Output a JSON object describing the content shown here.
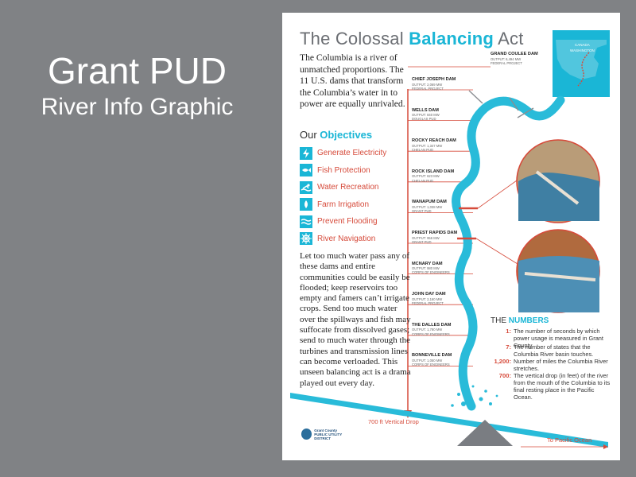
{
  "slide": {
    "title_line1": "Grant PUD",
    "title_line2": "River Info Graphic"
  },
  "poster": {
    "title_pre": "The Colossal ",
    "title_bold": "Balancing",
    "title_post": " Act",
    "intro": "The Columbia is a river of unmatched proportions. The 11 U.S. dams that transform the Columbia’s water in to power are equally unrivaled.",
    "objectives_pre": "Our ",
    "objectives_bold": "Objectives",
    "objectives": [
      {
        "label": "Generate Electricity",
        "icon": "power-icon"
      },
      {
        "label": "Fish Protection",
        "icon": "fish-icon"
      },
      {
        "label": "Water Recreation",
        "icon": "swimmer-icon"
      },
      {
        "label": "Farm Irrigation",
        "icon": "sprinkler-icon"
      },
      {
        "label": "Prevent Flooding",
        "icon": "waves-icon"
      },
      {
        "label": "River Navigation",
        "icon": "ship-wheel-icon"
      }
    ],
    "body": "Let too much water pass any of these dams and entire communities could be easily be flooded; keep reservoirs too empty and famers can’t irrigate crops.  Send too much water over the spillways and fish may suffocate from dissolved gases; send to much water through the turbines and transmission lines can become verloaded. This unseen balancing act is a drama played out every day.",
    "top_dam": {
      "name": "GRAND COULEE DAM",
      "output": "OUTPUT: 6,494 MW",
      "operator": "FEDERAL PROJECT"
    },
    "dams": [
      {
        "name": "CHIEF JOSEPH DAM",
        "output": "OUTPUT: 2,069 MW",
        "operator": "FEDERAL PROJECT"
      },
      {
        "name": "WELLS DAM",
        "output": "OUTPUT: 840 MW",
        "operator": "DOUGLAS PUD"
      },
      {
        "name": "ROCKY REACH DAM",
        "output": "OUTPUT: 1,347 MW",
        "operator": "CHELAN PUD"
      },
      {
        "name": "ROCK ISLAND DAM",
        "output": "OUTPUT: 623 MW",
        "operator": "CHELAN PUD"
      },
      {
        "name": "WANAPUM DAM",
        "output": "OUTPUT: 1,038 MW",
        "operator": "GRANT PUD"
      },
      {
        "name": "PRIEST RAPIDS DAM",
        "output": "OUTPUT: 956 MW",
        "operator": "GRANT PUD"
      },
      {
        "name": "MCNARY DAM",
        "output": "OUTPUT: 980 MW",
        "operator": "CORPS OF ENGINEERS"
      },
      {
        "name": "JOHN DAY DAM",
        "output": "OUTPUT: 2,160 MW",
        "operator": "FEDERAL PROJECT"
      },
      {
        "name": "THE DALLES DAM",
        "output": "OUTPUT: 1,780 MW",
        "operator": "CORPS OF ENGINEERS"
      },
      {
        "name": "BONNEVILLE DAM",
        "output": "OUTPUT: 1,050 MW",
        "operator": "CORPS OF ENGINEERS"
      }
    ],
    "map": {
      "label_canada": "CANADA",
      "label_state": "WASHINGTON"
    },
    "numbers_pre": "THE ",
    "numbers_bold": "NUMBERS",
    "numbers": [
      {
        "value": "1:",
        "text": "The number of seconds by which power usage is measured in Grant County."
      },
      {
        "value": "7:",
        "text": "The number of states that the Columbia River basin touches."
      },
      {
        "value": "1,200:",
        "text": "Number of miles the Columbia River stretches."
      },
      {
        "value": "700:",
        "text": "The vertical drop (in feet) of the river from the mouth of the Columbia to its final resting place in the Pacific Ocean."
      }
    ],
    "drop_label": "700 ft Vertical Drop",
    "ocean_label": "To Pacific Ocean",
    "logo_line1": "Grant County",
    "logo_line2": "PUBLIC UTILITY DISTRICT",
    "colors": {
      "accent": "#1ab6d6",
      "red": "#d64a3a",
      "text": "#222222",
      "background": "#808285"
    }
  }
}
